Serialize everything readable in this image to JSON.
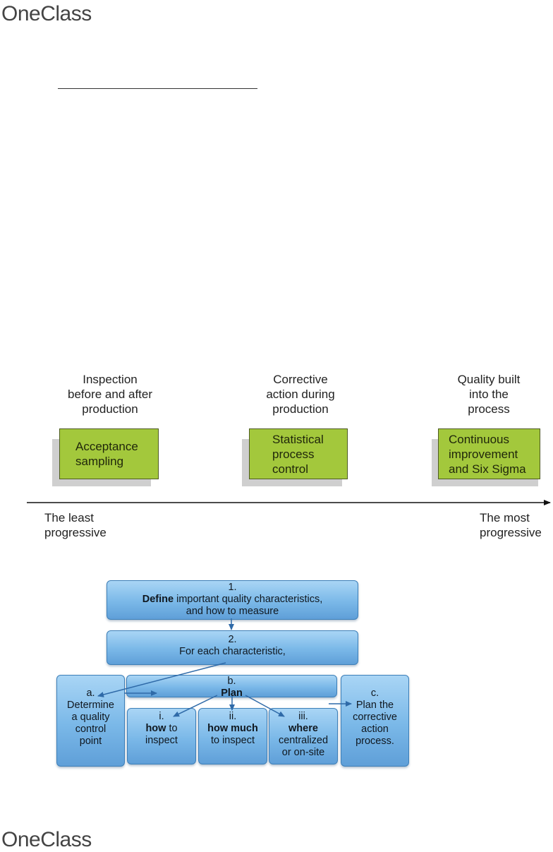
{
  "brand": {
    "logo_top": "OneClass",
    "logo_bottom": "OneClass"
  },
  "spectrum": {
    "stages": [
      {
        "label": [
          "Inspection",
          "before and after",
          "production"
        ],
        "box": [
          "Acceptance",
          "sampling"
        ],
        "color": "#a3c83c"
      },
      {
        "label": [
          "Corrective",
          "action during",
          "production"
        ],
        "box": [
          "Statistical",
          "process",
          "control"
        ],
        "color": "#a3c83c"
      },
      {
        "label": [
          "Quality built",
          "into the",
          "process"
        ],
        "box": [
          "Continuous",
          "improvement",
          "and Six Sigma"
        ],
        "color": "#a3c83c"
      }
    ],
    "left_end": [
      "The least",
      "progressive"
    ],
    "right_end": [
      "The most",
      "progressive"
    ]
  },
  "process": {
    "step1": {
      "num": "1.",
      "bold": "Define",
      "rest": " important quality characteristics,",
      "line2": "and how to measure"
    },
    "step2": {
      "num": "2.",
      "text": "For each characteristic,"
    },
    "a": {
      "num": "a.",
      "lines": [
        "Determine",
        "a quality",
        "control",
        "point"
      ]
    },
    "b": {
      "num": "b.",
      "bold": "Plan"
    },
    "i": {
      "num": "i.",
      "bold": "how",
      "rest": " to",
      "line2": "inspect"
    },
    "ii": {
      "num": "ii.",
      "bold": "how much",
      "line2": "to inspect"
    },
    "iii": {
      "num": "iii.",
      "bold": "where",
      "line2": "centralized",
      "line3": "or on-site"
    },
    "c": {
      "num": "c.",
      "lines": [
        "Plan the",
        "corrective",
        "action",
        "process."
      ]
    },
    "box_color": "#7ab8e8"
  }
}
